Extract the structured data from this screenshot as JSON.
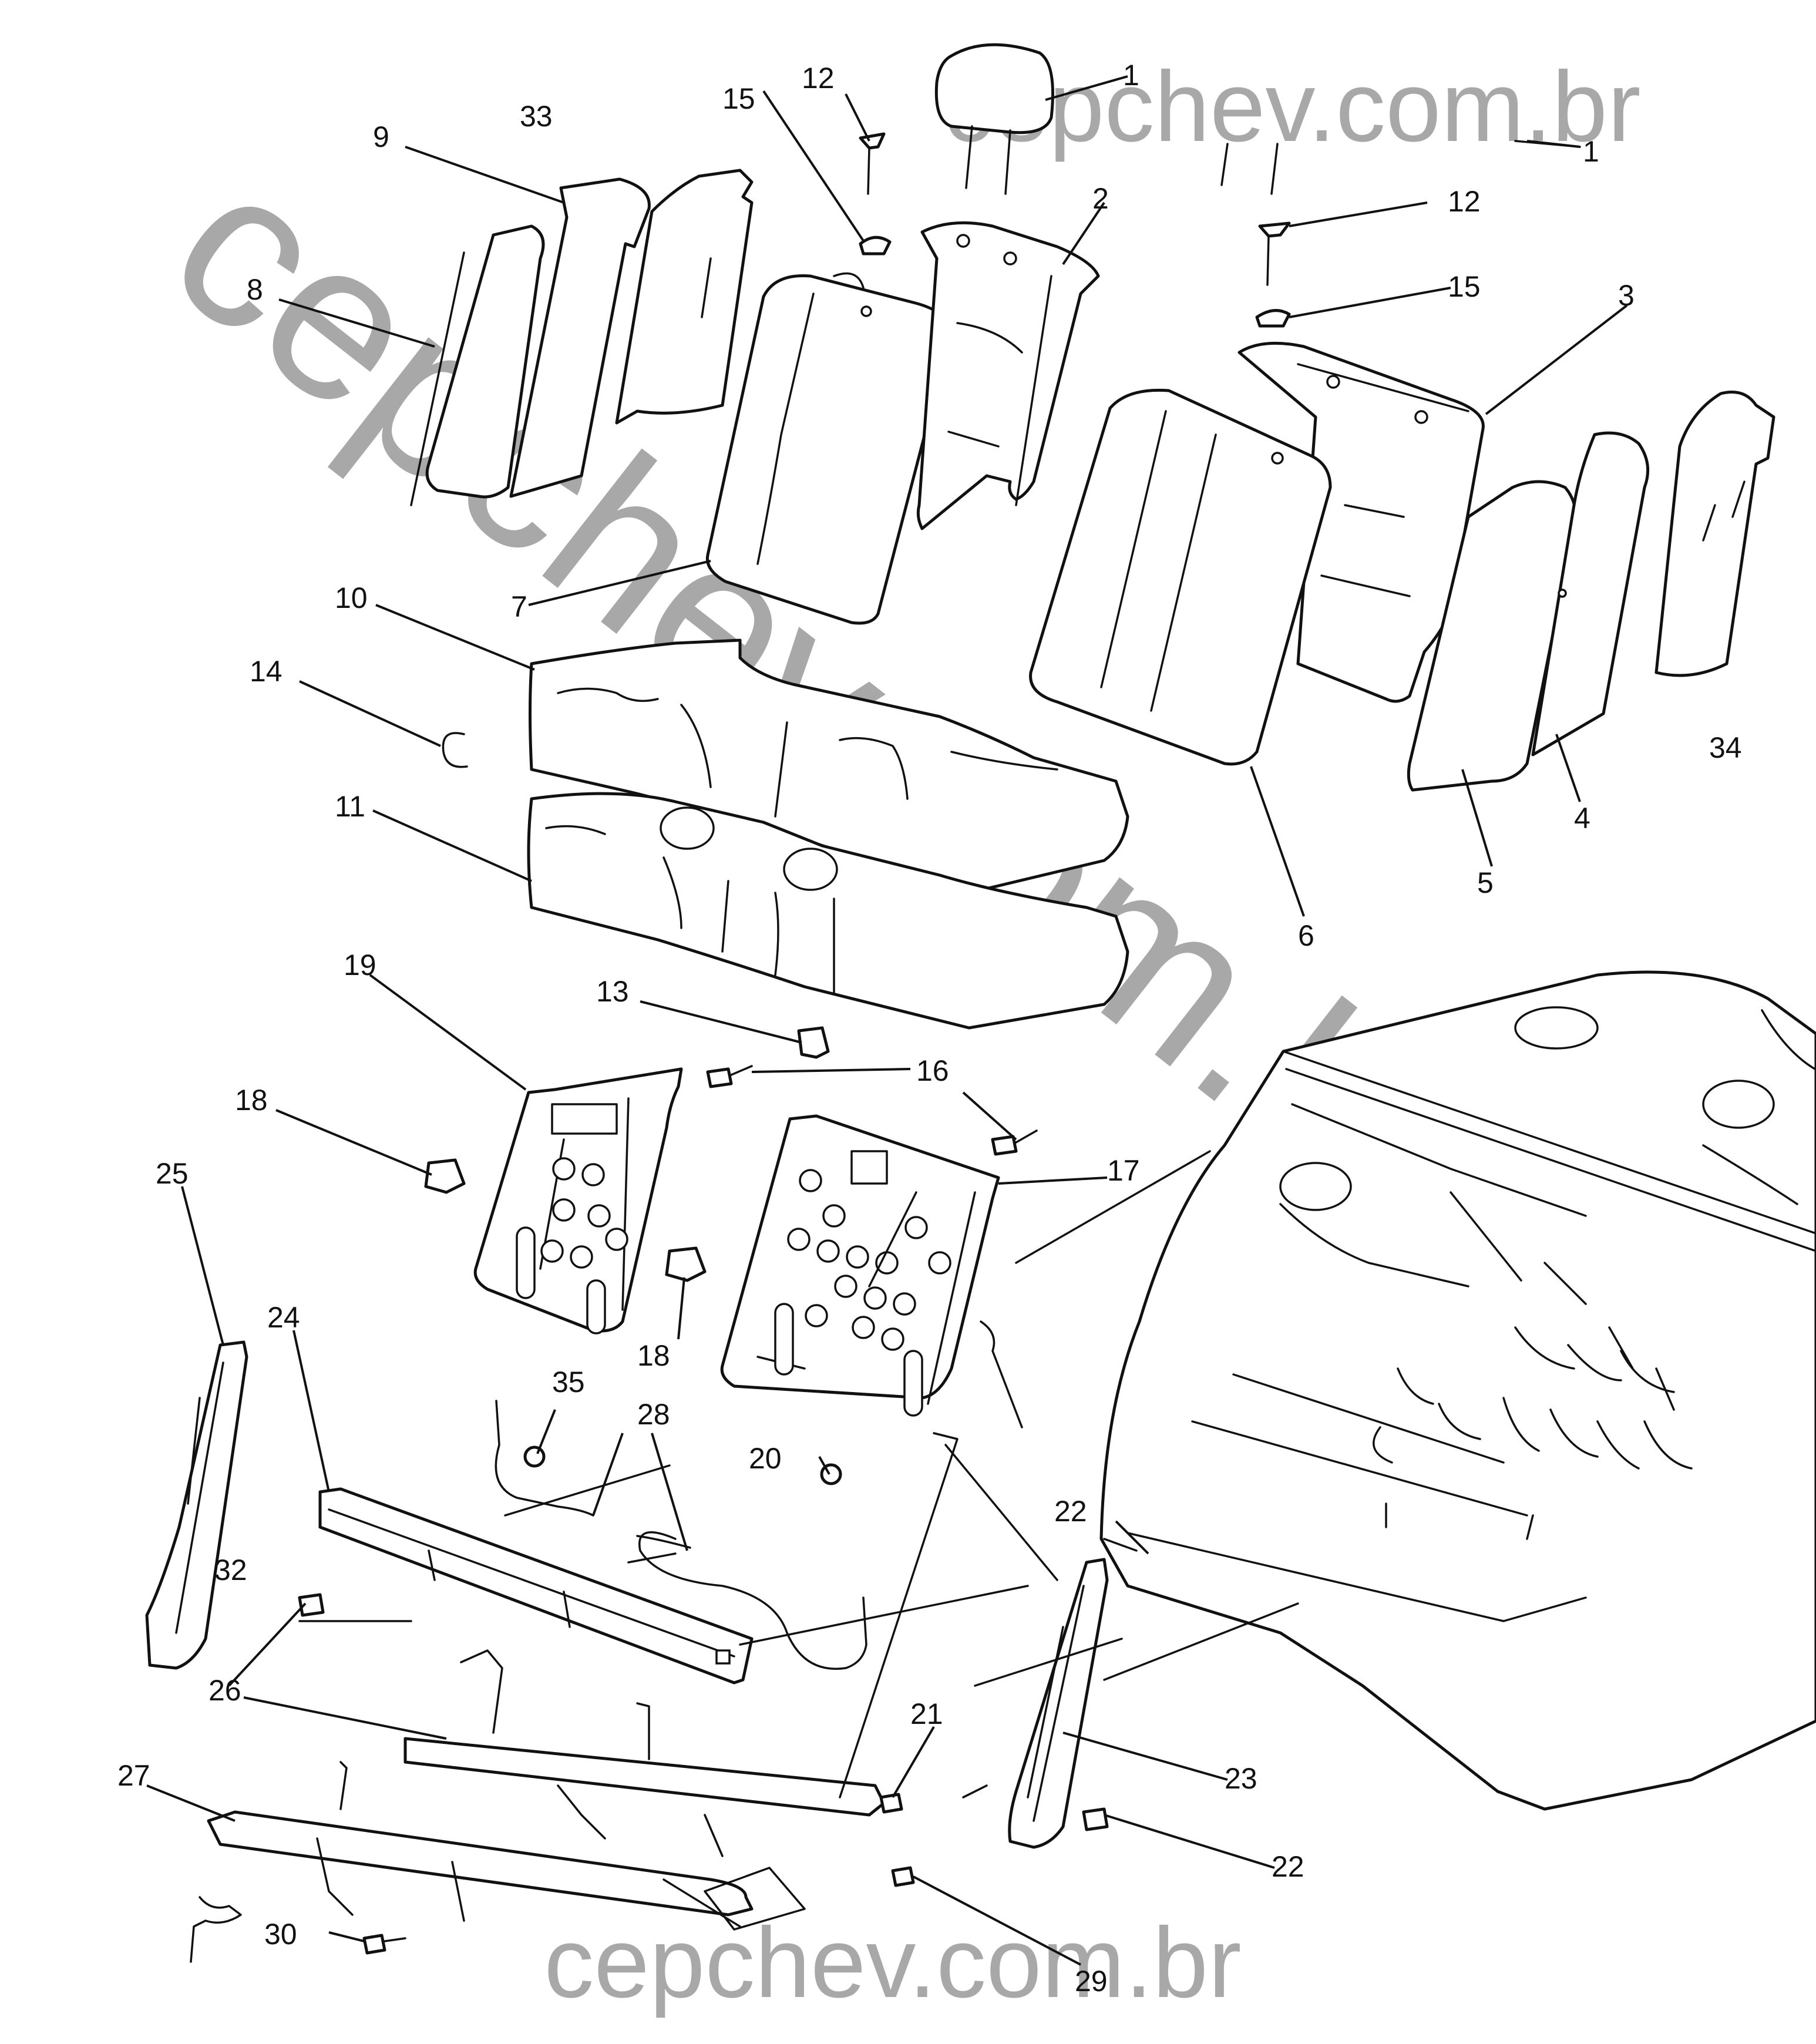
{
  "watermark": {
    "top": "cepchev.com.br",
    "bottom": "cepchev.com.br",
    "diagonal": "cepchev.com.br",
    "color": "#9a9a9a"
  },
  "callouts": {
    "c1a": "1",
    "c1b": "1",
    "c2": "2",
    "c3": "3",
    "c4": "4",
    "c5": "5",
    "c6": "6",
    "c7": "7",
    "c8": "8",
    "c9": "9",
    "c10": "10",
    "c11": "11",
    "c12a": "12",
    "c12b": "12",
    "c13": "13",
    "c14": "14",
    "c15a": "15",
    "c15b": "15",
    "c16": "16",
    "c17": "17",
    "c18a": "18",
    "c18b": "18",
    "c19": "19",
    "c20": "20",
    "c21": "21",
    "c22a": "22",
    "c22b": "22",
    "c23": "23",
    "c24": "24",
    "c25": "25",
    "c26": "26",
    "c27": "27",
    "c28": "28",
    "c29": "29",
    "c30": "30",
    "c32": "32",
    "c33": "33",
    "c34": "34",
    "c35": "35"
  }
}
